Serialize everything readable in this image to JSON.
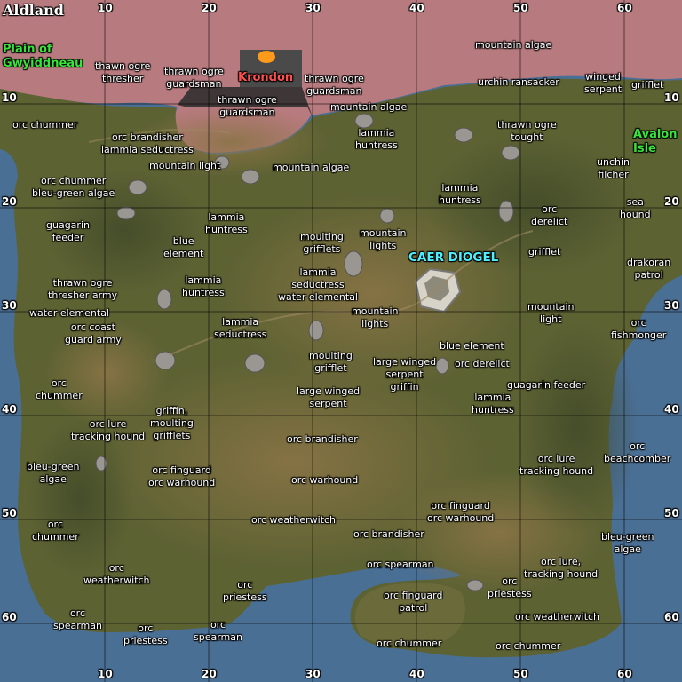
{
  "map": {
    "title": "Aldland",
    "colors": {
      "highland": "#b77a7e",
      "water": "#4a6f95",
      "grass": "#5d6233",
      "dirt": "#7f6a3e",
      "land_label": "#37e53a",
      "town_label": "#ff5050",
      "keep_label": "#4ef0ff"
    },
    "grid": {
      "top_labels": [
        "10",
        "20",
        "30",
        "40",
        "50",
        "60"
      ],
      "bottom_labels": [
        "10",
        "20",
        "30",
        "40",
        "50",
        "60"
      ],
      "left_labels": [
        "10",
        "20",
        "30",
        "40",
        "50",
        "60"
      ],
      "right_labels": [
        "10",
        "20",
        "30",
        "40",
        "50",
        "60"
      ]
    },
    "regions": {
      "plain": [
        "Plain of",
        "Gwyiddneau"
      ],
      "avalon": [
        "Avalon",
        "Isle"
      ]
    },
    "towns": {
      "krondon": "Krondon",
      "caer": "CAER DIOGEL"
    },
    "labels": [
      "mountain algae",
      "thawn ogre\nthresher",
      "thrawn ogre\nguardsman",
      "thrawn ogre\nguardsman",
      "thrawn ogre\nguardsman",
      "urchin ransacker",
      "winged\nserpent",
      "grifflet",
      "orc chummer",
      "mountain algae",
      "orc brandisher\nlammia seductress",
      "lammia\nhuntress",
      "thrawn ogre\ntought",
      "mountain light",
      "mountain algae",
      "unchin\nfilcher",
      "orc chummer\nbleu-green algae",
      "lammia\nhuntress",
      "orc\nderelict",
      "sea\nhound",
      "guagarin\nfeeder",
      "lammia\nhuntress",
      "blue\nelement",
      "moulting\ngrifflets",
      "mountain\nlights",
      "grifflet",
      "drakoran\npatrol",
      "thrawn ogre\nthresher army",
      "lammia\nhuntress",
      "lammia\nseductress\nwater elemental",
      "water elemental",
      "mountain\nlight",
      "orc coast\nguard army",
      "lammia\nseductress",
      "mountain\nlights",
      "orc\nfishmonger",
      "blue element",
      "moulting\ngrifflet",
      "large winged\nserpent\ngriffin",
      "orc derelict",
      "orc\nchummer",
      "large winged\nserpent",
      "guagarin feeder",
      "lammia\nhuntress",
      "griffin,\nmoulting\ngrifflets",
      "orc lure\ntracking hound",
      "orc brandisher",
      "orc\nbeachcomber",
      "bleu-green\nalgae",
      "orc finguard\norc warhound",
      "orc warhound",
      "orc lure\ntracking hound",
      "orc\nchummer",
      "orc weatherwitch",
      "orc finguard\norc warhound",
      "orc brandisher",
      "bleu-green\nalgae",
      "orc\nweatherwitch",
      "orc spearman",
      "orc lure,\ntracking hound",
      "orc\npriestess",
      "orc finguard\npatrol",
      "orc\npriestess",
      "orc\nspearman",
      "orc\npriestess",
      "orc\nspearman",
      "orc chummer",
      "orc weatherwitch",
      "orc chummer"
    ]
  }
}
